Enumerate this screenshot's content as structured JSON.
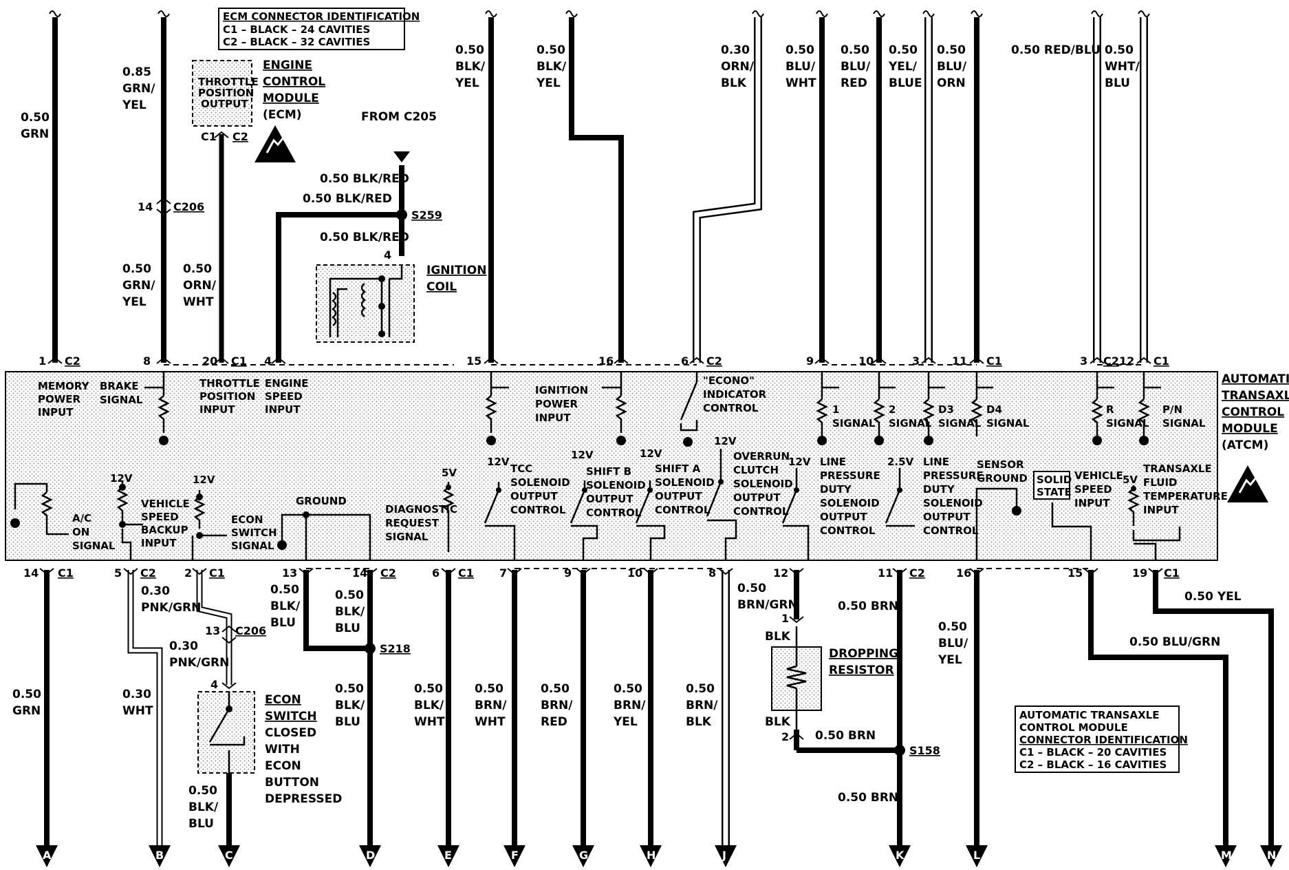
{
  "ecm_id": {
    "title": "ECM CONNECTOR IDENTIFICATION",
    "c1": "C1 – BLACK – 24 CAVITIES",
    "c2": "C2 – BLACK – 32 CAVITIES"
  },
  "atcm_id": {
    "l1": "AUTOMATIC TRANSAXLE",
    "l2": "CONTROL MODULE",
    "l3": "CONNECTOR IDENTIFICATION",
    "c1": "C1 – BLACK – 20 CAVITIES",
    "c2": "C2 – BLACK – 16 CAVITIES"
  },
  "ecm": {
    "l1": "ENGINE",
    "l2": "CONTROL",
    "l3": "MODULE",
    "l4": "(ECM)"
  },
  "atcm_title": {
    "l1": "AUTOMATIC",
    "l2": "TRANSAXLE",
    "l3": "CONTROL",
    "l4": "MODULE",
    "l5": "(ATCM)"
  },
  "throttle_output": {
    "l1": "THROTTLE",
    "l2": "POSITION",
    "l3": "OUTPUT"
  },
  "from_c205": "FROM C205",
  "ignition_coil": {
    "l1": "IGNITION",
    "l2": "COIL"
  },
  "splices": {
    "s259": "S259",
    "s218": "S218",
    "s158": "S158"
  },
  "connectors": {
    "c206": "C206",
    "c1": "C1",
    "c2": "C2"
  },
  "top_wires": {
    "w1": {
      "size": "0.50",
      "color": "GRN"
    },
    "w8a": {
      "size": "0.85",
      "color1": "GRN/",
      "color2": "YEL"
    },
    "w8b": {
      "size": "0.50",
      "color1": "GRN/",
      "color2": "YEL"
    },
    "w20": {
      "size": "0.50",
      "color1": "ORN/",
      "color2": "WHT"
    },
    "blkred1": "0.50 BLK/RED",
    "blkred2": "0.50 BLK/RED",
    "blkred3": "0.50 BLK/RED",
    "w15": {
      "size": "0.50",
      "color1": "BLK/",
      "color2": "YEL"
    },
    "w16": {
      "size": "0.50",
      "color1": "BLK/",
      "color2": "YEL"
    },
    "w6": {
      "size": "0.30",
      "color1": "ORN/",
      "color2": "BLK"
    },
    "w9": {
      "size": "0.50",
      "color1": "BLU/",
      "color2": "WHT"
    },
    "w10": {
      "size": "0.50",
      "color1": "BLU/",
      "color2": "RED"
    },
    "w3a": {
      "size": "0.50",
      "color1": "YEL/",
      "color2": "BLUE"
    },
    "w11a": {
      "size": "0.50",
      "color1": "BLU/",
      "color2": "ORN"
    },
    "w3b": "0.50 RED/BLU",
    "w12": {
      "size": "0.50",
      "color1": "WHT/",
      "color2": "BLU"
    }
  },
  "top_pins": [
    "1",
    "8",
    "20",
    "4",
    "15",
    "16",
    "6",
    "9",
    "10",
    "3",
    "11",
    "3",
    "12",
    "14",
    "4"
  ],
  "bottom_pins": [
    "14",
    "5",
    "2",
    "13",
    "14",
    "6",
    "7",
    "9",
    "10",
    "8",
    "12",
    "11",
    "16",
    "15",
    "19",
    "13",
    "4",
    "1",
    "2"
  ],
  "module_labels": {
    "memory": {
      "l1": "MEMORY",
      "l2": "POWER",
      "l3": "INPUT"
    },
    "brake": {
      "l1": "BRAKE",
      "l2": "SIGNAL"
    },
    "throttle": {
      "l1": "THROTTLE",
      "l2": "POSITION",
      "l3": "INPUT"
    },
    "engspeed": {
      "l1": "ENGINE",
      "l2": "SPEED",
      "l3": "INPUT"
    },
    "ignpower": {
      "l1": "IGNITION",
      "l2": "POWER",
      "l3": "INPUT"
    },
    "econo": {
      "l1": "\"ECONO\"",
      "l2": "INDICATOR",
      "l3": "CONTROL"
    },
    "s1": {
      "l1": "1",
      "l2": "SIGNAL"
    },
    "s2": {
      "l1": "2",
      "l2": "SIGNAL"
    },
    "d3": {
      "l1": "D3",
      "l2": "SIGNAL"
    },
    "d4": {
      "l1": "D4",
      "l2": "SIGNAL"
    },
    "r": {
      "l1": "R",
      "l2": "SIGNAL"
    },
    "pn": {
      "l1": "P/N",
      "l2": "SIGNAL"
    },
    "ac": {
      "l1": "A/C",
      "l2": "ON",
      "l3": "SIGNAL"
    },
    "vssbackup": {
      "l1": "VEHICLE",
      "l2": "SPEED",
      "l3": "BACKUP",
      "l4": "INPUT"
    },
    "econsw": {
      "l1": "ECON",
      "l2": "SWITCH",
      "l3": "SIGNAL"
    },
    "ground": "GROUND",
    "diag": {
      "l1": "DIAGNOSTIC",
      "l2": "REQUEST",
      "l3": "SIGNAL"
    },
    "tcc": {
      "l1": "TCC",
      "l2": "SOLENOID",
      "l3": "OUTPUT",
      "l4": "CONTROL"
    },
    "shiftb": {
      "l1": "SHIFT B",
      "l2": "SOLENOID",
      "l3": "OUTPUT",
      "l4": "CONTROL"
    },
    "shifta": {
      "l1": "SHIFT A",
      "l2": "SOLENOID",
      "l3": "OUTPUT",
      "l4": "CONTROL"
    },
    "overrun": {
      "l1": "OVERRUN",
      "l2": "CLUTCH",
      "l3": "SOLENOID",
      "l4": "OUTPUT",
      "l5": "CONTROL"
    },
    "lp1": {
      "l1": "LINE",
      "l2": "PRESSURE",
      "l3": "DUTY",
      "l4": "SOLENOID",
      "l5": "OUTPUT",
      "l6": "CONTROL"
    },
    "lp2": {
      "l1": "LINE",
      "l2": "PRESSURE",
      "l3": "DUTY",
      "l4": "SOLENOID",
      "l5": "OUTPUT",
      "l6": "CONTROL"
    },
    "sensorgnd": {
      "l1": "SENSOR",
      "l2": "GROUND"
    },
    "solid": {
      "l1": "SOLID",
      "l2": "STATE"
    },
    "vss": {
      "l1": "VEHICLE",
      "l2": "SPEED",
      "l3": "INPUT"
    },
    "tft": {
      "l1": "TRANSAXLE",
      "l2": "FLUID",
      "l3": "TEMPERATURE",
      "l4": "INPUT"
    },
    "v12": "12V",
    "v5": "5V",
    "v25": "2.5V"
  },
  "bottom_wires": {
    "a": {
      "size": "0.50",
      "color": "GRN"
    },
    "b1": {
      "size": "0.30",
      "color": "PNK/GRN"
    },
    "b2": {
      "size": "0.30",
      "color": "WHT"
    },
    "c1": {
      "size": "0.30",
      "color": "PNK/GRN"
    },
    "c2": {
      "size": "0.50",
      "color1": "BLK/",
      "color2": "BLU"
    },
    "d13": {
      "size": "0.50",
      "color1": "BLK/",
      "color2": "BLU"
    },
    "d14": {
      "size": "0.50",
      "color1": "BLK/",
      "color2": "BLU"
    },
    "d": {
      "size": "0.50",
      "color1": "BLK/",
      "color2": "BLU"
    },
    "e": {
      "size": "0.50",
      "color1": "BLK/",
      "color2": "WHT"
    },
    "f": {
      "size": "0.50",
      "color1": "BRN/",
      "color2": "WHT"
    },
    "g": {
      "size": "0.50",
      "color1": "BRN/",
      "color2": "RED"
    },
    "h": {
      "size": "0.50",
      "color1": "BRN/",
      "color2": "YEL"
    },
    "j": {
      "size": "0.50",
      "color1": "BRN/",
      "color2": "BLK"
    },
    "j8": {
      "size": "0.50",
      "color": "BRN/GRN"
    },
    "k1": "0.50 BRN",
    "k2": "0.50 BRN",
    "k3": "0.50 BRN",
    "l": {
      "size": "0.50",
      "color1": "BLU/",
      "color2": "YEL"
    },
    "m": "0.50 BLU/GRN",
    "n": "0.50 YEL",
    "blk1": "BLK",
    "blk2": "BLK"
  },
  "econ_switch": {
    "l1": "ECON",
    "l2": "SWITCH",
    "l3": "CLOSED",
    "l4": "WITH",
    "l5": "ECON",
    "l6": "BUTTON",
    "l7": "DEPRESSED"
  },
  "dropping": {
    "l1": "DROPPING",
    "l2": "RESISTOR"
  },
  "outputs": [
    "A",
    "B",
    "C",
    "D",
    "E",
    "F",
    "G",
    "H",
    "J",
    "K",
    "L",
    "M",
    "N"
  ]
}
